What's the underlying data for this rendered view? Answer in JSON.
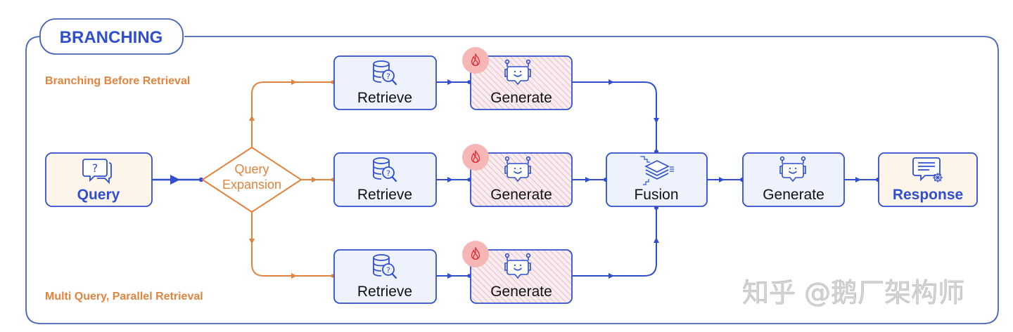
{
  "title": "BRANCHING",
  "section_labels": {
    "top": "Branching Before Retrieval",
    "bottom": "Multi Query, Parallel Retrieval"
  },
  "nodes": {
    "query": {
      "label": "Query",
      "icon": "question-chat-icon"
    },
    "query_expansion": {
      "label_line1": "Query",
      "label_line2": "Expansion"
    },
    "branches": [
      {
        "retrieve_label": "Retrieve",
        "generate_label": "Generate",
        "badge_icon": "fire-icon"
      },
      {
        "retrieve_label": "Retrieve",
        "generate_label": "Generate",
        "badge_icon": "fire-icon"
      },
      {
        "retrieve_label": "Retrieve",
        "generate_label": "Generate",
        "badge_icon": "fire-icon"
      }
    ],
    "fusion": {
      "label": "Fusion",
      "icon": "layers-icon"
    },
    "final_generate": {
      "label": "Generate",
      "icon": "robot-icon"
    },
    "response": {
      "label": "Response",
      "icon": "response-chat-icon"
    }
  },
  "watermark": "知乎 @鹅厂架构师",
  "colors": {
    "blue": "#2f4fd0",
    "orange": "#e0843f",
    "node_fill_blue": "#edf2fd",
    "node_fill_cream": "#fdf4ea",
    "hatch": "#e9a3a8",
    "fire_badge": "#f6b6b6",
    "fire": "#d9343a"
  }
}
